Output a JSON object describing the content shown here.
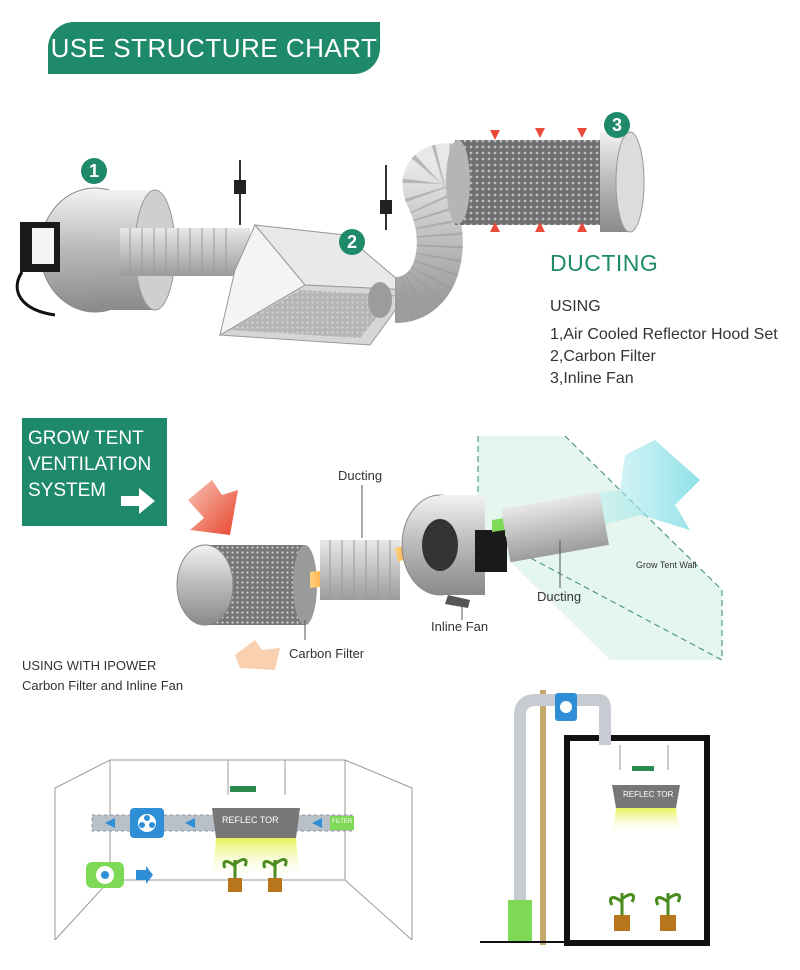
{
  "header": {
    "title": "USE STRUCTURE CHART"
  },
  "top": {
    "markers": [
      "1",
      "2",
      "3"
    ],
    "ducting_title": "DUCTING",
    "using_title": "USING",
    "items": [
      "1,Air Cooled Reflector Hood Set",
      "2,Carbon Filter",
      "3,Inline Fan"
    ]
  },
  "middle": {
    "box_lines": [
      "GROW TENT",
      "VENTILATION",
      "SYSTEM"
    ],
    "labels": {
      "ducting_top": "Ducting",
      "ducting_bottom": "Ducting",
      "inline_fan": "Inline Fan",
      "carbon_filter": "Carbon Filter",
      "tent_wall": "Grow Tent Wall"
    },
    "using_with": "USING WITH IPOWER",
    "using_with_sub": "Carbon Filter and Inline Fan"
  },
  "bottom": {
    "reflector_left": "REFLEC TOR",
    "reflector_right": "REFLEC TOR",
    "filter_tag": "FILTER"
  },
  "colors": {
    "brand_green": "#1f8a6a",
    "light_green": "#7ed957",
    "fan_blue": "#2f8fd6",
    "arrow_orange": "#ff8a1e"
  }
}
